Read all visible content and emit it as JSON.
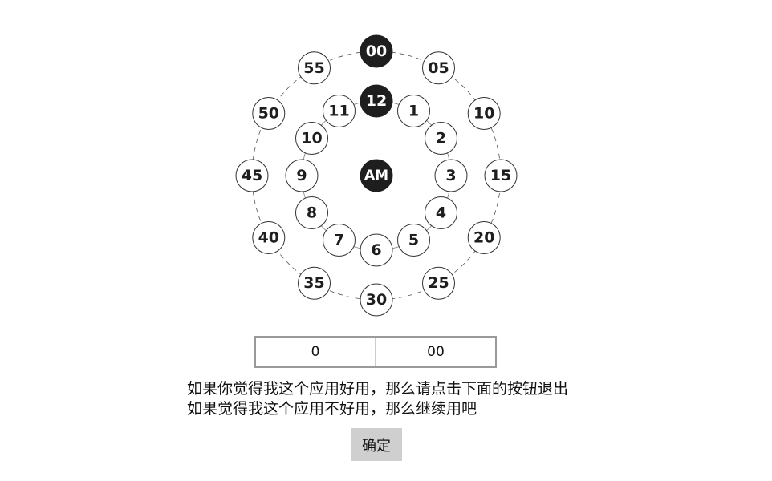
{
  "clock": {
    "period": "AM",
    "selected_hour": "12",
    "selected_minute": "00",
    "hours": [
      "12",
      "1",
      "2",
      "3",
      "4",
      "5",
      "6",
      "7",
      "8",
      "9",
      "10",
      "11"
    ],
    "minutes": [
      "00",
      "05",
      "10",
      "15",
      "20",
      "25",
      "30",
      "35",
      "40",
      "45",
      "50",
      "55"
    ]
  },
  "inputs": {
    "hour_value": "0",
    "minute_value": "00"
  },
  "message": {
    "line1": "如果你觉得我这个应用好用，那么请点击下面的按钮退出",
    "line2": "如果觉得我这个应用不好用，那么继续用吧"
  },
  "confirm_label": "确定",
  "colors": {
    "selected": "#1e1e1e",
    "button_bg": "#cfcfcf",
    "input_border": "#999999"
  }
}
